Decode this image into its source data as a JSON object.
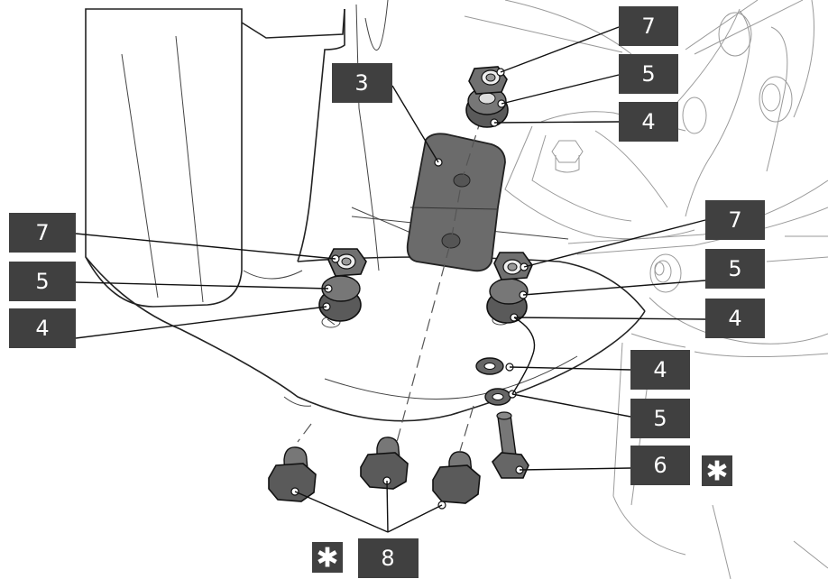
{
  "callouts": {
    "top_7": "7",
    "top_5": "5",
    "top_4": "4",
    "bracket_3": "3",
    "left_7": "7",
    "left_5": "5",
    "left_4": "4",
    "right_7": "7",
    "right_5": "5",
    "right_4": "4",
    "lower_4": "4",
    "lower_5": "5",
    "bolt_6": "6",
    "bolts_8": "8"
  },
  "markers": {
    "star_6": "✱",
    "star_8": "✱"
  },
  "colors": {
    "callout_bg": "#404040",
    "part_fill": "#6b6b6b",
    "line": "#222222"
  }
}
